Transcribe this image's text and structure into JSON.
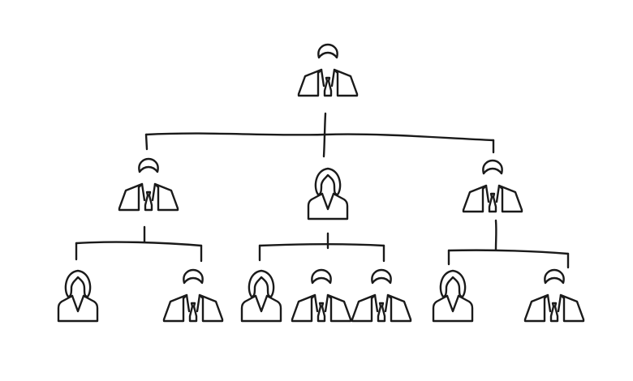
{
  "diagram": {
    "type": "org-chart",
    "style": "hand-drawn line art",
    "stroke_color": "#1a1a1a",
    "background": "#ffffff",
    "tree": {
      "id": "root",
      "figure": "man",
      "children": [
        {
          "id": "l2a",
          "figure": "man",
          "children": [
            {
              "id": "l3a",
              "figure": "woman"
            },
            {
              "id": "l3b",
              "figure": "man"
            }
          ]
        },
        {
          "id": "l2b",
          "figure": "woman",
          "children": [
            {
              "id": "l3c",
              "figure": "woman"
            },
            {
              "id": "l3d",
              "figure": "man"
            },
            {
              "id": "l3e",
              "figure": "man"
            }
          ]
        },
        {
          "id": "l2c",
          "figure": "man",
          "children": [
            {
              "id": "l3f",
              "figure": "woman"
            },
            {
              "id": "l3g",
              "figure": "man"
            }
          ]
        }
      ]
    }
  }
}
